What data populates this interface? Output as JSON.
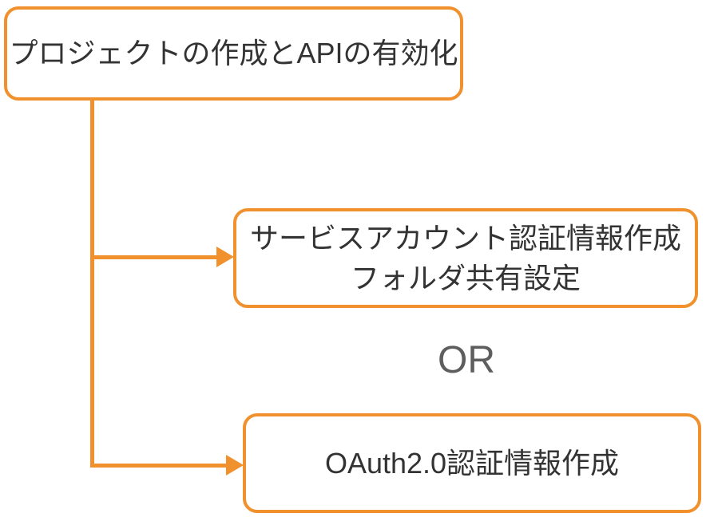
{
  "diagram": {
    "type": "flowchart",
    "or_label": "OR",
    "nodes": {
      "step1": {
        "label": "プロジェクトの作成とAPIの有効化"
      },
      "option_a": {
        "line1": "サービスアカウント認証情報作成",
        "line2": "フォルダ共有設定"
      },
      "option_b": {
        "label": "OAuth2.0認証情報作成"
      }
    },
    "connectors": {
      "from": "step1",
      "to": [
        "option_a",
        "option_b"
      ],
      "style": "elbow-arrow"
    },
    "colors": {
      "accent": "#F0912D",
      "node_background": "#FFFFFF",
      "node_text": "#333333",
      "or_text": "#5E5E5E",
      "page_background": "#FFFFFF"
    }
  }
}
